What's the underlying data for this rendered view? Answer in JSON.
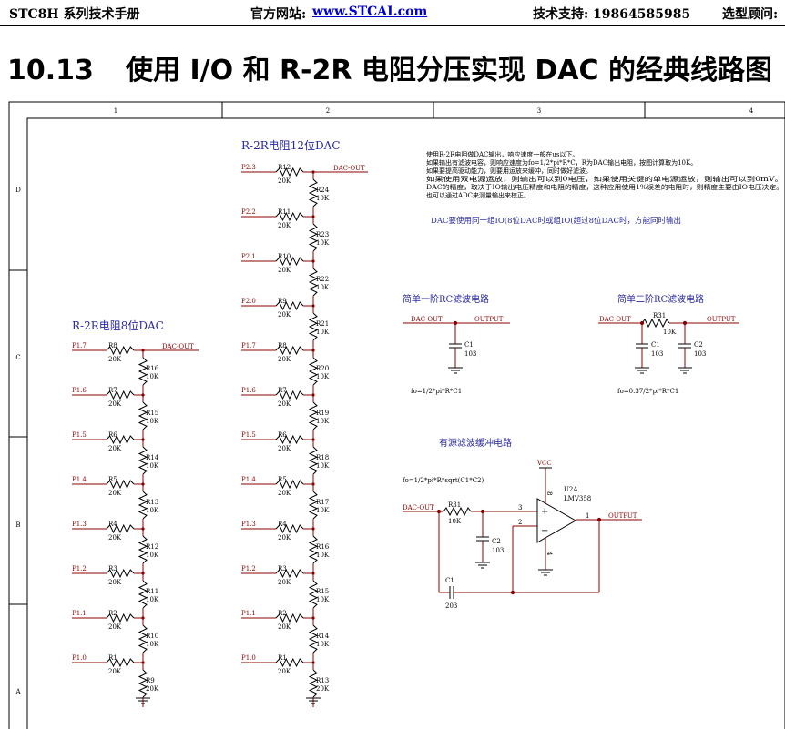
{
  "header": {
    "manual": "STC8H 系列技术手册",
    "site_label": "官方网站:",
    "site_link": "www.STCAI.com",
    "support": "技术支持: 19864585985",
    "consultant": "选型顾问:"
  },
  "section": {
    "number": "10.13",
    "title": "使用 I/O 和 R-2R 电阻分压实现 DAC 的经典线路图"
  },
  "frame": {
    "columns": [
      "1",
      "2",
      "3",
      "4"
    ],
    "rows": [
      "D",
      "C",
      "B",
      "A"
    ]
  },
  "dac8": {
    "title": "R-2R电阻8位DAC",
    "out": "DAC-OUT",
    "inputs": [
      {
        "port": "P1.7",
        "r": "R8",
        "v": "20K",
        "lr": "R16",
        "lv": "10K"
      },
      {
        "port": "P1.6",
        "r": "R7",
        "v": "20K",
        "lr": "R15",
        "lv": "10K"
      },
      {
        "port": "P1.5",
        "r": "R6",
        "v": "20K",
        "lr": "R14",
        "lv": "10K"
      },
      {
        "port": "P1.4",
        "r": "R5",
        "v": "20K",
        "lr": "R13",
        "lv": "10K"
      },
      {
        "port": "P1.3",
        "r": "R4",
        "v": "20K",
        "lr": "R12",
        "lv": "10K"
      },
      {
        "port": "P1.2",
        "r": "R3",
        "v": "20K",
        "lr": "R11",
        "lv": "10K"
      },
      {
        "port": "P1.1",
        "r": "R2",
        "v": "20K",
        "lr": "R10",
        "lv": "10K"
      },
      {
        "port": "P1.0",
        "r": "R1",
        "v": "20K",
        "lr": "R9",
        "lv": "20K"
      }
    ]
  },
  "dac12": {
    "title": "R-2R电阻12位DAC",
    "out": "DAC-OUT",
    "inputs": [
      {
        "port": "P2.3",
        "r": "R12",
        "v": "20K",
        "lr": "R24",
        "lv": "10K"
      },
      {
        "port": "P2.2",
        "r": "R11",
        "v": "20K",
        "lr": "R23",
        "lv": "10K"
      },
      {
        "port": "P2.1",
        "r": "R10",
        "v": "20K",
        "lr": "R22",
        "lv": "10K"
      },
      {
        "port": "P2.0",
        "r": "R9",
        "v": "20K",
        "lr": "R21",
        "lv": "10K"
      },
      {
        "port": "P1.7",
        "r": "R8",
        "v": "20K",
        "lr": "R20",
        "lv": "10K"
      },
      {
        "port": "P1.6",
        "r": "R7",
        "v": "20K",
        "lr": "R19",
        "lv": "10K"
      },
      {
        "port": "P1.5",
        "r": "R6",
        "v": "20K",
        "lr": "R18",
        "lv": "10K"
      },
      {
        "port": "P1.4",
        "r": "R5",
        "v": "20K",
        "lr": "R17",
        "lv": "10K"
      },
      {
        "port": "P1.3",
        "r": "R4",
        "v": "20K",
        "lr": "R16",
        "lv": "10K"
      },
      {
        "port": "P1.2",
        "r": "R3",
        "v": "20K",
        "lr": "R15",
        "lv": "10K"
      },
      {
        "port": "P1.1",
        "r": "R2",
        "v": "20K",
        "lr": "R14",
        "lv": "10K"
      },
      {
        "port": "P1.0",
        "r": "R1",
        "v": "20K",
        "lr": "R13",
        "lv": "20K"
      }
    ]
  },
  "notes": {
    "lines": [
      "使用R-2R电阻做DAC输出，响应速度一般在us以下。",
      "如果输出有滤波电容，则响应速度为fo=1/2*pi*R*C，R为DAC输出电阻，按图计算取为10K。",
      "如果要提高驱动能力，则要用运放来缓冲，同时做好滤波。",
      "如果使用双电源运放，则输出可以到0电压，如果使用关键的单电源运放，则输出可以到0mV。",
      "DAC的精度，取决于IO输出电压精度和电阻的精度，这种应用使用1%误差的电阻时，则精度主要由IO电压决定。",
      "也可以通过ADC来测量输出来校正。"
    ],
    "dac_note": "DAC要使用同一组IO(8位DAC时或组IO(超过8位DAC时，方能同时输出"
  },
  "filter1": {
    "title": "简单一阶RC滤波电路",
    "in": "DAC-OUT",
    "out": "OUTPUT",
    "c": "C1",
    "cv": "103",
    "formula": "fo=1/2*pi*R*C1"
  },
  "filter2": {
    "title": "简单二阶RC滤波电路",
    "in": "DAC-OUT",
    "out": "OUTPUT",
    "r": "R31",
    "rv": "10K",
    "c1": "C1",
    "c1v": "103",
    "c2": "C2",
    "c2v": "103",
    "formula": "fo=0.37/2*pi*R*C1"
  },
  "active": {
    "title": "有源滤波缓冲电路",
    "formula": "fo=1/2*pi*R*sqrt(C1*C2)",
    "vcc": "VCC",
    "u": "U2A",
    "part": "LMV358",
    "in": "DAC-OUT",
    "r": "R31",
    "rv": "10K",
    "c2": "C2",
    "c2v": "103",
    "c1": "C1",
    "c1v": "203",
    "out": "OUTPUT",
    "pin3": "3",
    "pin2": "2",
    "pin1": "1",
    "pin8": "8",
    "pin4": "4"
  }
}
